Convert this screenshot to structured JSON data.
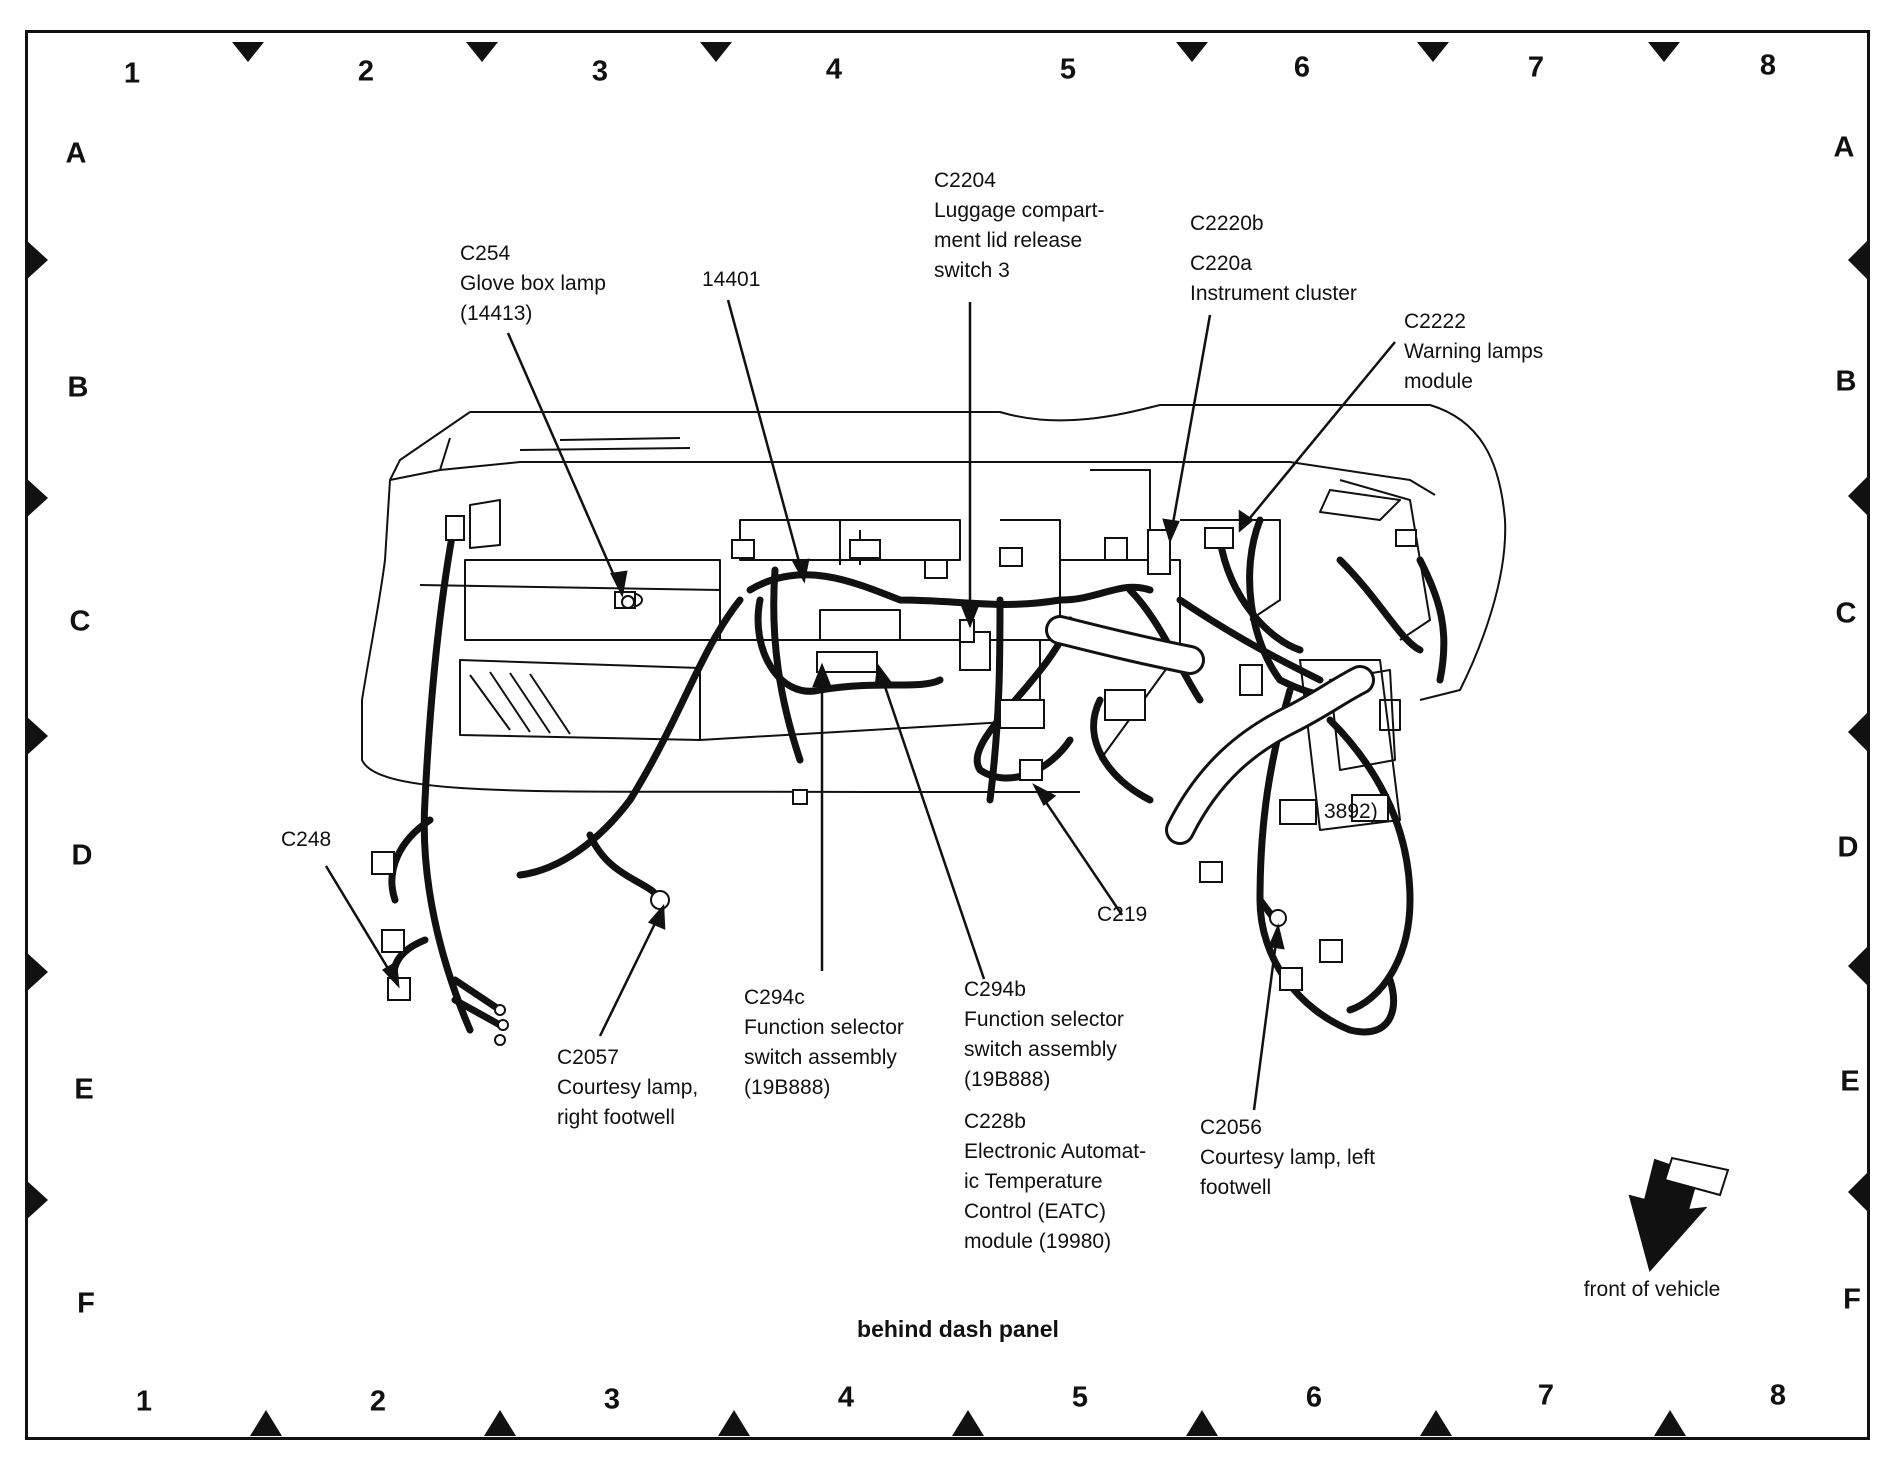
{
  "grid": {
    "top_columns": [
      "1",
      "2",
      "3",
      "4",
      "5",
      "6",
      "7",
      "8"
    ],
    "bottom_columns": [
      "1",
      "2",
      "3",
      "4",
      "5",
      "6",
      "7",
      "8"
    ],
    "left_rows": [
      "A",
      "B",
      "C",
      "D",
      "E",
      "F"
    ],
    "right_rows": [
      "A",
      "B",
      "C",
      "D",
      "E",
      "F"
    ]
  },
  "callouts": {
    "c254": {
      "code": "C254",
      "line1": "Glove box lamp",
      "line2": "(14413)"
    },
    "p14401": {
      "code": "14401"
    },
    "c2204": {
      "code": "C2204",
      "line1": "Luggage compart-",
      "line2": "ment lid release",
      "line3": "switch 3"
    },
    "c2220b": {
      "code": "C2220b"
    },
    "c220a": {
      "code": "C220a",
      "line1": "Instrument cluster"
    },
    "c2222": {
      "code": "C2222",
      "line1": "Warning lamps",
      "line2": "module"
    },
    "c248": {
      "code": "C248"
    },
    "c219": {
      "code": "C219"
    },
    "c294c": {
      "code": "C294c",
      "line1": "Function selector",
      "line2": "switch assembly",
      "line3": "(19B888)"
    },
    "c294b": {
      "code": "C294b",
      "line1": "Function selector",
      "line2": "switch assembly",
      "line3": "(19B888)"
    },
    "c228b": {
      "code": "C228b",
      "line1": "Electronic Automat-",
      "line2": "ic Temperature",
      "line3": "Control (EATC)",
      "line4": "module (19980)"
    },
    "c2057": {
      "code": "C2057",
      "line1": "Courtesy lamp,",
      "line2": "right footwell"
    },
    "c2056": {
      "code": "C2056",
      "line1": "Courtesy lamp, left",
      "line2": "footwell"
    },
    "partial_3892": "3892)"
  },
  "title": "behind dash panel",
  "front_label": "front of vehicle",
  "colors": {
    "ink": "#111111",
    "background": "#ffffff"
  }
}
